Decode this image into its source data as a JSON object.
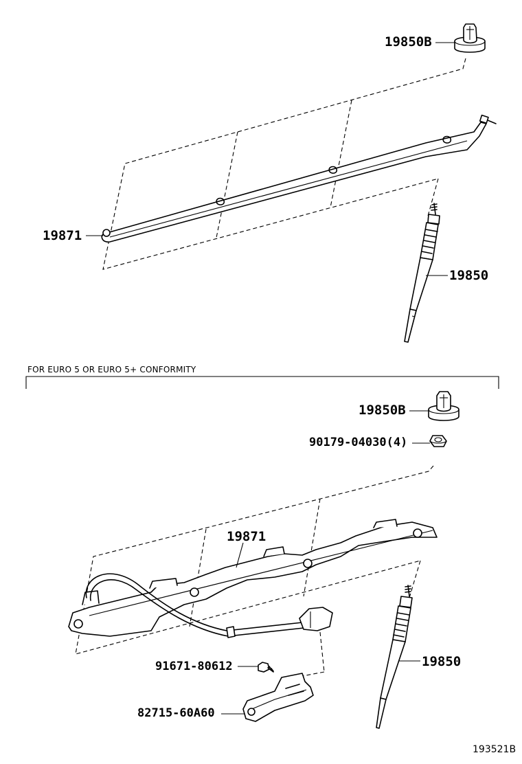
{
  "top_assembly": {
    "callouts": {
      "glow_plug_cap": "19850B",
      "connector_bar": "19871",
      "glow_plug": "19850"
    }
  },
  "euro5_assembly": {
    "section_title": "FOR EURO 5 OR EURO 5+ CONFORMITY",
    "callouts": {
      "glow_plug_cap": "19850B",
      "nut": "90179-04030(4)",
      "wire_harness": "19871",
      "bolt": "91671-80612",
      "bracket": "82715-60A60",
      "glow_plug": "19850"
    }
  },
  "figure_id": "193521B"
}
